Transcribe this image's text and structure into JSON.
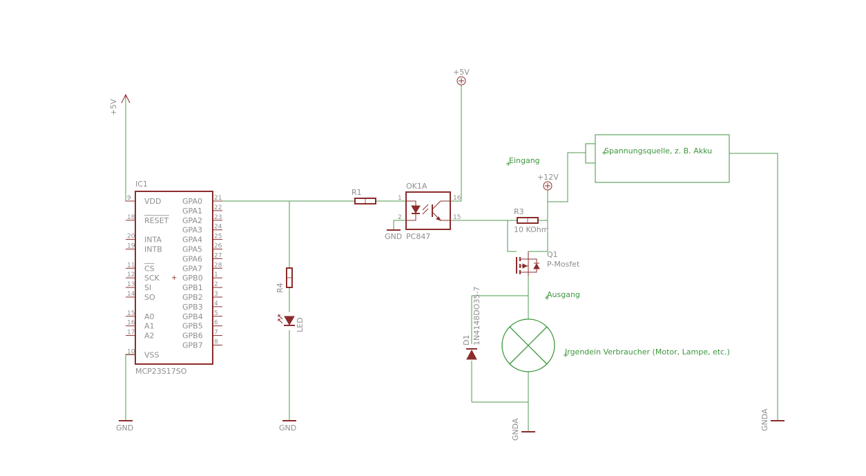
{
  "ic1": {
    "name": "IC1",
    "value": "MCP23S17SO",
    "left_pins": [
      {
        "num": "9",
        "name": "VDD"
      },
      {
        "num": "18",
        "name": "RESET"
      },
      {
        "num": "20",
        "name": "INTA"
      },
      {
        "num": "19",
        "name": "INTB"
      },
      {
        "num": "11",
        "name": "CS"
      },
      {
        "num": "12",
        "name": "SCK"
      },
      {
        "num": "13",
        "name": "SI"
      },
      {
        "num": "14",
        "name": "SO"
      },
      {
        "num": "15",
        "name": "A0"
      },
      {
        "num": "16",
        "name": "A1"
      },
      {
        "num": "17",
        "name": "A2"
      },
      {
        "num": "10",
        "name": "VSS"
      }
    ],
    "right_pins": [
      {
        "num": "21",
        "name": "GPA0"
      },
      {
        "num": "22",
        "name": "GPA1"
      },
      {
        "num": "23",
        "name": "GPA2"
      },
      {
        "num": "24",
        "name": "GPA3"
      },
      {
        "num": "25",
        "name": "GPA4"
      },
      {
        "num": "26",
        "name": "GPA5"
      },
      {
        "num": "27",
        "name": "GPA6"
      },
      {
        "num": "28",
        "name": "GPA7"
      },
      {
        "num": "1",
        "name": "GPB0"
      },
      {
        "num": "2",
        "name": "GPB1"
      },
      {
        "num": "3",
        "name": "GPB2"
      },
      {
        "num": "4",
        "name": "GPB3"
      },
      {
        "num": "5",
        "name": "GPB4"
      },
      {
        "num": "6",
        "name": "GPB5"
      },
      {
        "num": "7",
        "name": "GPB6"
      },
      {
        "num": "8",
        "name": "GPB7"
      }
    ]
  },
  "supplies": {
    "vcc_left": "+5V",
    "vcc_opto": "+5V",
    "v12": "+12V",
    "gnd_ic": "GND",
    "gnd_led": "GND",
    "gnd_opto": "GND",
    "gnda_load": "GNDA",
    "gnda_source": "GNDA"
  },
  "parts": {
    "r1": "R1",
    "r4": "R4",
    "led": "LED",
    "ok1_name": "OK1A",
    "ok1_value": "PC847",
    "ok1_pins": [
      "1",
      "2",
      "16",
      "15"
    ],
    "r3_name": "R3",
    "r3_value": "10 KOhm",
    "q1_name": "Q1",
    "q1_value": "P-Mosfet",
    "d1_name": "D1",
    "d1_value": "1N4148DO35-7"
  },
  "notes": {
    "eingang": "Eingang",
    "ausgang": "Ausgang",
    "source": "Spannungsquelle, z. B. Akku",
    "load": "Irgendein Verbraucher (Motor, Lampe, etc.)"
  }
}
